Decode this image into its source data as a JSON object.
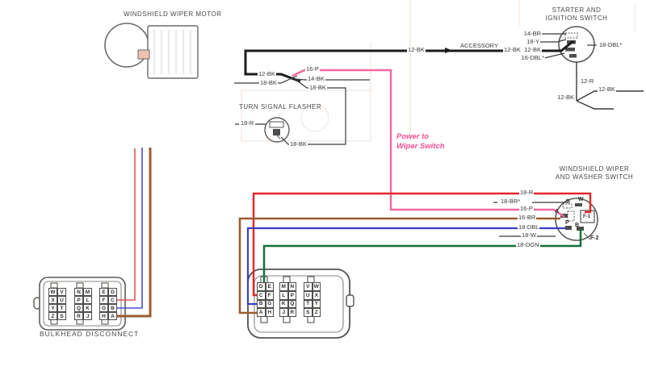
{
  "palette": {
    "black_wire": "#1b1b1b",
    "red_wire": "#e42528",
    "pink_wire": "#f4679f",
    "brown_wire": "#9a5c33",
    "blue_wire": "#3c3ec4",
    "green_wire": "#15703a",
    "left_red_wire": "#e05858",
    "left_blue_wire": "#4a4ad8",
    "note_pink": "#f04f92",
    "outline_gray": "#5e5c58"
  },
  "motor": {
    "title": "WINDSHIELD WIPER MOTOR"
  },
  "ignition": {
    "title1": "STARTER AND",
    "title2": "IGNITION SWITCH",
    "t_14br": "14-BR",
    "t_18y": "18-Y",
    "t_12bk": "12-BK",
    "t_16dbl": "16-DBL*",
    "t_18dbl": "18-DBL*",
    "wire_12r": "12-R",
    "fork_left": "12-BK",
    "fork_right": "12-BK"
  },
  "feed": {
    "label_12bk_mid": "12-BK",
    "label_accessory": "ACCESSORY",
    "label_12bk_switch": "12-BK"
  },
  "junction": {
    "in_12bk": "12-BK",
    "in_18bk": "18-BK",
    "out_16p": "16-P",
    "out_14bk": "14-BK",
    "out_18bk": "18-BK"
  },
  "flasher": {
    "title": "TURN SIGNAL FLASHER",
    "t_18r": "18-R",
    "t_18bk": "18-BK"
  },
  "note": {
    "line1": "Power to",
    "line2": "Wiper Switch"
  },
  "washer": {
    "title1": "WINDSHIELD WIPER",
    "title2": "AND WASHER SWITCH",
    "t_18r": "18-R",
    "t_18br": "18-BR*",
    "t_16p": "16-P",
    "t_16br": "16-BR",
    "t_18dbl": "18-DBL",
    "t_18w": "18-W",
    "t_18dgn": "18-DGN",
    "pin_b1": "B",
    "pin_w": "W",
    "pin_a": "A",
    "pin_p": "P",
    "pin_b2": "B",
    "pin_f1": "F-1",
    "pin_f2": "F-2"
  },
  "bulkhead": {
    "title": "BULKHEAD DISCONNECT",
    "groups": [
      [
        [
          "W",
          "V"
        ],
        [
          "X",
          "U"
        ],
        [
          "Y",
          "T"
        ],
        [
          "Z",
          "S"
        ]
      ],
      [
        [
          "N",
          "M"
        ],
        [
          "P",
          "L"
        ],
        [
          "Q",
          "K"
        ],
        [
          "R",
          "J"
        ]
      ],
      [
        [
          "E",
          "D"
        ],
        [
          "F",
          "C"
        ],
        [
          "G",
          "B"
        ],
        [
          "H",
          "A"
        ]
      ]
    ]
  },
  "body_connector": {
    "groups": [
      [
        [
          "D",
          "E"
        ],
        [
          "C",
          "F"
        ],
        [
          "B",
          "G"
        ],
        [
          "A",
          "H"
        ]
      ],
      [
        [
          "M",
          "N"
        ],
        [
          "L",
          "P"
        ],
        [
          "K",
          "Q"
        ],
        [
          "J",
          "R"
        ]
      ],
      [
        [
          "V",
          "W"
        ],
        [
          "U",
          "X"
        ],
        [
          "T",
          "Y"
        ],
        [
          "S",
          "Z"
        ]
      ]
    ]
  }
}
